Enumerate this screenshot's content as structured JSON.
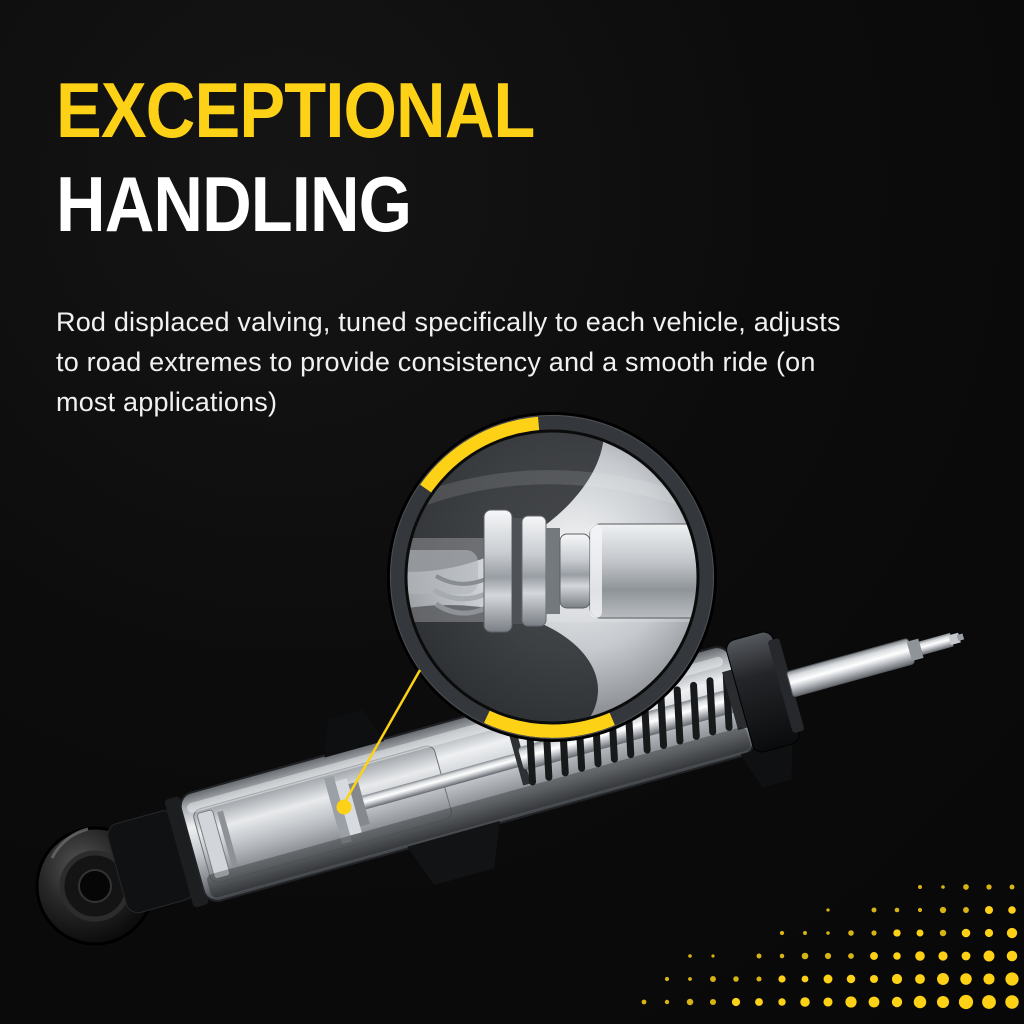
{
  "colors": {
    "background": "#0b0b0b",
    "accent_yellow": "#fdd116",
    "headline_line2_color": "#ffffff",
    "body_text_color": "#f1f1f1"
  },
  "headline": {
    "line1": "EXCEPTIONAL",
    "line2": "HANDLING"
  },
  "body_copy": "Rod displaced valving, tuned specifically to each vehicle, adjusts to road extremes to provide consistency and a smooth ride (on most applications)",
  "figure": {
    "main_illustration": "shock-absorber-cutaway",
    "callout": "piston-valve-closeup",
    "callout_marker": "yellow-dot",
    "decoration": "halftone-dot-pattern"
  }
}
